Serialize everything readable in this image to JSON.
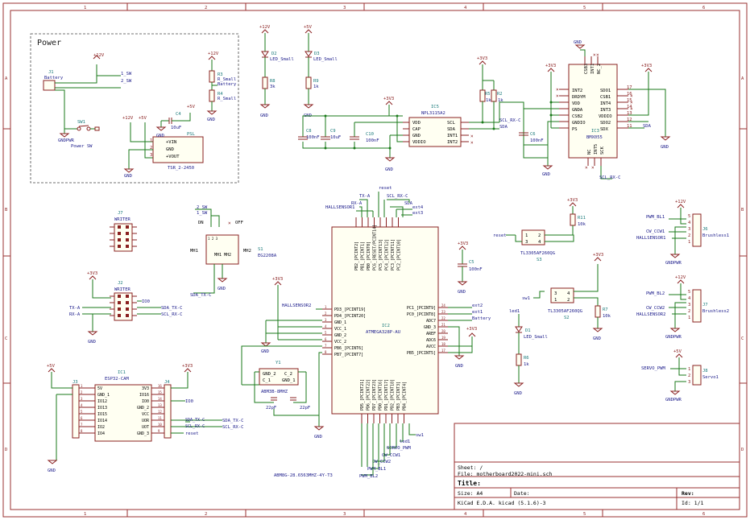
{
  "frame": {
    "col_numbers": [
      "1",
      "2",
      "3",
      "4",
      "5",
      "6"
    ],
    "row_letters": [
      "A",
      "B",
      "C",
      "D"
    ]
  },
  "power_box": {
    "title": "Power",
    "j1": {
      "ref": "J1",
      "value": "Battery",
      "net1": "1_SW",
      "net2": "2_SW"
    },
    "sw1": {
      "ref": "SW1",
      "value": "Power SW",
      "gnd": "GNDPWR"
    },
    "psl": {
      "ref": "PSL",
      "value": "TSR_2-2450",
      "pins": [
        "+VIN",
        "GND",
        "+VOUT"
      ],
      "nums": [
        "1",
        "2",
        "3"
      ]
    },
    "c4": {
      "ref": "C4",
      "value": "10uF"
    },
    "rails": {
      "v12": "+12V",
      "v5": "+5V",
      "gnd": "GND"
    }
  },
  "leds_top": {
    "d2": {
      "ref": "D2",
      "value": "LED_Small",
      "rail": "+12V"
    },
    "r8": {
      "ref": "R8",
      "value": "3k"
    },
    "d3": {
      "ref": "D3",
      "value": "LED_Small",
      "rail": "+5V"
    },
    "r9": {
      "ref": "R9",
      "value": "1k"
    },
    "r3": {
      "ref": "R3",
      "value": "R_Small",
      "net": "Battery",
      "rail": "+12V"
    },
    "r4": {
      "ref": "R4",
      "value": "R_Small"
    }
  },
  "ic5": {
    "ref": "IC5",
    "value": "NPL3115A2",
    "left": [
      "VDD",
      "CAP",
      "GND",
      "VDDIO"
    ],
    "right": [
      "SCL",
      "SDA",
      "INT1",
      "INT2"
    ],
    "c8": {
      "ref": "C8",
      "value": "100nF"
    },
    "c9": {
      "ref": "C9",
      "value": "10uF"
    },
    "c10": {
      "ref": "C10",
      "value": "100nF"
    },
    "r5": {
      "ref": "R5",
      "value": "1k"
    },
    "r2": {
      "ref": "R2",
      "value": "1k"
    },
    "rail": "+3V3",
    "net_scl": "SCL_RX-C",
    "net_sda": "SDA"
  },
  "ic3": {
    "ref": "IC3",
    "value": "BMX055",
    "left": [
      "INT2",
      "DRDYM",
      "VDD",
      "GNDA",
      "CSB2",
      "GNDIO",
      "PS"
    ],
    "right": [
      "SDO1",
      "CSB1",
      "INT4",
      "INT3",
      "VDDIO",
      "SDO2",
      "SDX"
    ],
    "top": [
      "CSB3",
      "INT1",
      "NC_2"
    ],
    "bottom": [
      "NC",
      "INT5",
      "SCK"
    ],
    "rnums": [
      "17",
      "16",
      "15",
      "14",
      "13",
      "12",
      "11"
    ],
    "c6": {
      "ref": "C6",
      "value": "100nF"
    },
    "net_scl": "SCL_RX-C",
    "net_sda": "SDA",
    "rail": "+3V3"
  },
  "writer_j7": {
    "ref": "J7",
    "value": "WRITER"
  },
  "s1": {
    "ref": "S1",
    "value": "EG2208A",
    "pins": [
      "DN",
      "OFF",
      "MH1",
      "MH2"
    ],
    "nets": [
      "2_SW",
      "1_SW",
      "SDA_TX-C"
    ]
  },
  "writer_j2": {
    "ref": "J2",
    "value": "WRITER",
    "pin": "IO0",
    "nets": [
      "TX-A",
      "RX-A",
      "SDA_TX-C",
      "SCL_RX-C"
    ],
    "rail": "+3V3",
    "gnd": "GND"
  },
  "ic2": {
    "ref": "IC2",
    "value": "ATMEGA328P-AU",
    "top": [
      "PB2_[PCINT2]",
      "PB1_[PCINT1]",
      "PB0_[PCINT0]",
      "PC6_[RESET/PCINT14]",
      "PC5_[PCINT13]",
      "PC4_[PCINT12]",
      "PC3_[PCINT11]",
      "PC2_[PCINT10]"
    ],
    "top_nets": [
      "TX-A",
      "RX-A",
      "reset",
      "SCL_RX-C",
      "SDA",
      "ext4",
      "ext3",
      "HALLSENSOR1"
    ],
    "left": [
      "PD3_[PCINT19]",
      "PD4_[PCINT20]",
      "GND_1",
      "VCC_1",
      "GND_2",
      "VCC_2",
      "PB6_[PCINT6]",
      "PB7_[PCINT7]"
    ],
    "left_nums": [
      "1",
      "2",
      "3",
      "4",
      "5",
      "6",
      "7",
      "8"
    ],
    "left_nets": [
      "HALLSENSOR2"
    ],
    "right": [
      "PC1_[PCINT9]",
      "PC0_[PCINT8]",
      "ADC7",
      "GND_3",
      "AREF",
      "ADC6",
      "AVCC",
      "PB5_[PCINT5]"
    ],
    "right_nums": [
      "24",
      "23",
      "22",
      "21",
      "20",
      "19",
      "18",
      "17"
    ],
    "right_nets": [
      "ext2",
      "ext1",
      "Battery"
    ],
    "bottom": [
      "PD5_[PCINT21]",
      "PD6_[PCINT22]",
      "PD7_[PCINT23]",
      "PD0_[PCINT16]",
      "PD1_[PCINT17]",
      "PD2_[PCINT18]",
      "PB3_[PCINT3]",
      "PB4_[PCINT4]"
    ],
    "bottom_nets": [
      "sw1",
      "led1",
      "SERVO_PWM",
      "CW_CCW1",
      "CW_CCW2",
      "PWM_BL1",
      "PWM_BL2"
    ],
    "crystal_note": "ABM8G-28.6563MHZ-4Y-T3",
    "rail": "+3V3"
  },
  "y1": {
    "ref": "Y1",
    "value": "ABM3B-8MHZ",
    "pins": [
      "GND_2",
      "C_2",
      "C_1",
      "GND_1"
    ],
    "c1": "22pF",
    "c2": "22pF"
  },
  "c5": {
    "ref": "C5",
    "value": "100nF",
    "rail": "+3V3"
  },
  "esp": {
    "ref": "IC1",
    "value": "ESP32-CAM",
    "j3": "J3",
    "j4": "J4",
    "left": [
      "5V",
      "GND_1",
      "IO12",
      "IO13",
      "IO15",
      "IO14",
      "IO2",
      "IO4"
    ],
    "right": [
      "3V3",
      "IO16",
      "IO0",
      "GND_2",
      "VCC",
      "UOR",
      "UOT",
      "GND_3"
    ],
    "nets": [
      "IO0",
      "SDA_TX-C",
      "SCL_RX-C",
      "reset"
    ],
    "rail5": "+5V",
    "rail33": "+3V3",
    "gnd": "GND"
  },
  "switches": {
    "s3": {
      "ref": "S3",
      "value": "TL3305AF260QG",
      "net": "reset",
      "rail": "+3V3"
    },
    "s2": {
      "ref": "S2",
      "value": "TL3305AF260QG",
      "net": "sw1",
      "rail": "+3V3"
    },
    "r11": {
      "ref": "R11",
      "value": "10k"
    },
    "r7": {
      "ref": "R7",
      "value": "10k"
    },
    "d1": {
      "ref": "D1",
      "value": "LED_Small",
      "net": "led1"
    },
    "r6": {
      "ref": "R6",
      "value": "1k"
    }
  },
  "brushless": {
    "j6": {
      "ref": "J6",
      "value": "Brushless1",
      "nets": [
        "PWM_BL1",
        "CW_CCW1",
        "HALLSENSOR1"
      ],
      "rail": "+12V",
      "gnd": "GNDPWR"
    },
    "j7": {
      "ref": "J7",
      "value": "Brushless2",
      "nets": [
        "PWM_BL2",
        "CW_CCW2",
        "HALLSENSOR2"
      ],
      "rail": "+12V",
      "gnd": "GNDPWR"
    },
    "j8": {
      "ref": "J8",
      "value": "Servo1",
      "nets": [
        "SERVO_PWM"
      ],
      "rail": "+5V",
      "gnd": "GNDPWR"
    }
  },
  "title_block": {
    "sheet": "Sheet: /",
    "file": "File: motherboard2022-mini.sch",
    "title": "Title:",
    "size": "Size: A4",
    "date": "Date:",
    "rev": "Rev:",
    "kicad": "KiCad E.D.A.  kicad (5.1.6)-3",
    "id": "Id: 1/1"
  }
}
